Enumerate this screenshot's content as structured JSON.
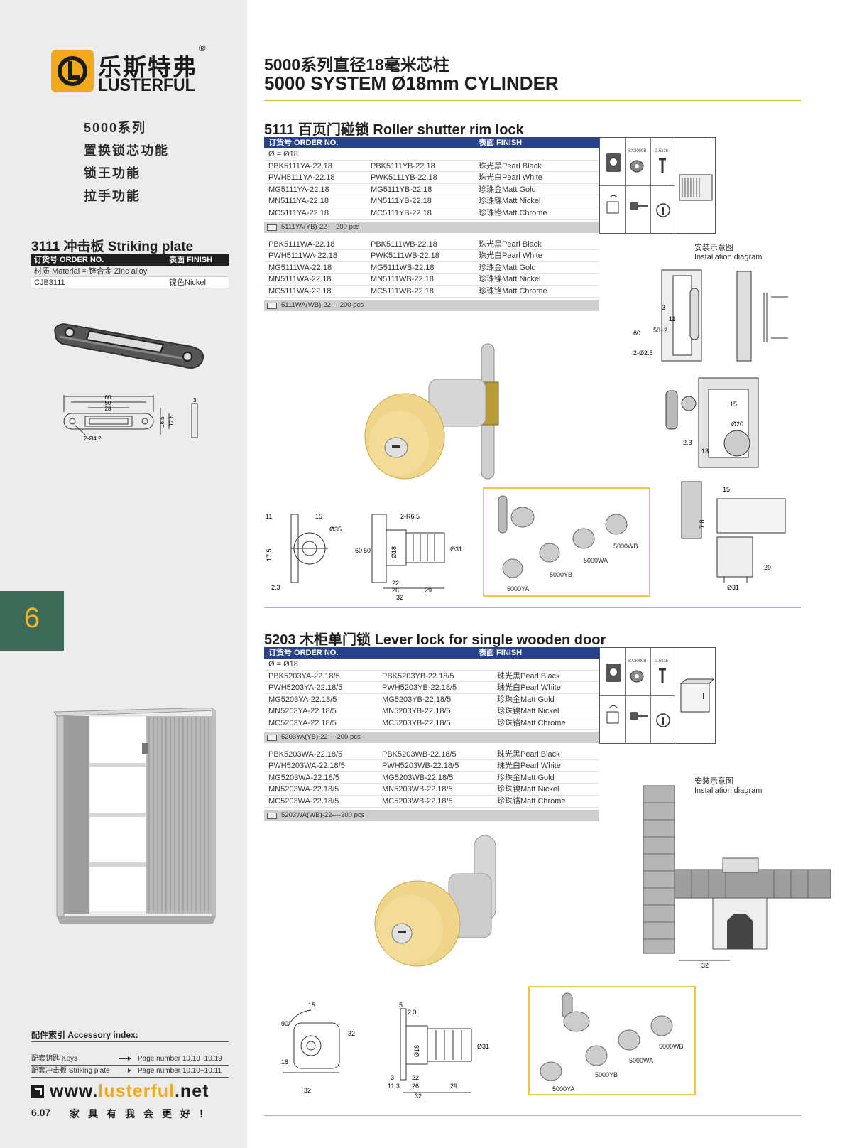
{
  "brand": {
    "name_cn": "乐斯特弗",
    "name_en": "LUSTERFUL",
    "reg_mark": "®"
  },
  "sidebar": {
    "features": [
      "5000系列",
      "置换锁芯功能",
      "锁王功能",
      "拉手功能"
    ],
    "striking_plate": {
      "title": "3111 冲击板 Striking plate",
      "header": {
        "order": "订货号 ORDER NO.",
        "finish": "表面 FINISH"
      },
      "material": "材质 Material = 锌合金 Zinc alloy",
      "code": "CJB3111",
      "finish": "镍色Nickel",
      "dims": {
        "d60": "60",
        "d50": "50",
        "d28": "28",
        "d18": "18.5",
        "d12": "12.8",
        "d3": "3",
        "holes": "2-Ø4.2"
      }
    },
    "page_tab": "6",
    "accessory": {
      "title": "配件索引 Accessory index:",
      "rows": [
        {
          "label": "配套钥匙 Keys",
          "page": "Page number 10.18~10.19"
        },
        {
          "label": "配套冲击板 Striking plate",
          "page": "Page number 10.10~10.11"
        }
      ]
    },
    "website": {
      "www": "www.",
      "domain": "lusterful",
      "tld": ".net"
    },
    "footer": {
      "page": "6.07",
      "slogan": "家具有我会更好！"
    }
  },
  "main": {
    "title_cn": "5000系列直径18毫米芯柱",
    "title_en": "5000 SYSTEM Ø18mm CYLINDER",
    "sections": [
      {
        "title": "5111 百页门碰锁 Roller shutter rim lock",
        "header": {
          "order": "订货号 ORDER NO.",
          "finish": "表面 FINISH"
        },
        "diameter": "Ø =   Ø18",
        "group1": [
          [
            "PBK5111YA-22.18",
            "PBK5111YB-22.18",
            "珠光黑Pearl Black"
          ],
          [
            "PWH5111YA-22.18",
            "PWK5111YB-22.18",
            "珠光白Pearl White"
          ],
          [
            "MG5111YA-22.18",
            "MG5111YB-22.18",
            "珍珠金Matt Gold"
          ],
          [
            "MN5111YA-22.18",
            "MN5111YB-22.18",
            "珍珠镍Matt Nickel"
          ],
          [
            "MC5111YA-22.18",
            "MC5111YB-22.18",
            "珍珠铬Matt Chrome"
          ]
        ],
        "pack1": "5111YA(YB)-22----200 pcs",
        "group2": [
          [
            "PBK5111WA-22.18",
            "PBK5111WB-22.18",
            "珠光黑Pearl Black"
          ],
          [
            "PWH5111WA-22.18",
            "PWK5111WB-22.18",
            "珠光白Pearl White"
          ],
          [
            "MG5111WA-22.18",
            "MG5111WB-22.18",
            "珍珠金Matt Gold"
          ],
          [
            "MN5111WA-22.18",
            "MN5111WB-22.18",
            "珍珠镍Matt Nickel"
          ],
          [
            "MC5111WA-22.18",
            "MC5111WB-22.18",
            "珍珠铬Matt Chrome"
          ]
        ],
        "pack2": "5111WA(WB)-22----200 pcs",
        "install_cn": "安装示意图",
        "install_en": "Installation diagram",
        "variants": [
          "5000YA",
          "5000YB",
          "5000WA",
          "5000WB"
        ]
      },
      {
        "title": "5203 木柜单门锁 Lever lock for single wooden door",
        "header": {
          "order": "订货号 ORDER NO.",
          "finish": "表面 FINISH"
        },
        "diameter": "Ø =   Ø18",
        "group1": [
          [
            "PBK5203YA-22.18/5",
            "PBK5203YB-22.18/5",
            "珠光黑Pearl Black"
          ],
          [
            "PWH5203YA-22.18/5",
            "PWH5203YB-22.18/5",
            "珠光白Pearl White"
          ],
          [
            "MG5203YA-22.18/5",
            "MG5203YB-22.18/5",
            "珍珠金Matt Gold"
          ],
          [
            "MN5203YA-22.18/5",
            "MN5203YB-22.18/5",
            "珍珠镍Matt Nickel"
          ],
          [
            "MC5203YA-22.18/5",
            "MC5203YB-22.18/5",
            "珍珠铬Matt Chrome"
          ]
        ],
        "pack1": "5203YA(YB)-22----200 pcs",
        "group2": [
          [
            "PBK5203WA-22.18/5",
            "PBK5203WB-22.18/5",
            "珠光黑Pearl Black"
          ],
          [
            "PWH5203WA-22.18/5",
            "PWH5203WB-22.18/5",
            "珠光白Pearl White"
          ],
          [
            "MG5203WA-22.18/5",
            "MG5203WB-22.18/5",
            "珍珠金Matt Gold"
          ],
          [
            "MN5203WA-22.18/5",
            "MN5203WB-22.18/5",
            "珍珠镍Matt Nickel"
          ],
          [
            "MC5203WA-22.18/5",
            "MC5203WB-22.18/5",
            "珍珠铬Matt Chrome"
          ]
        ],
        "pack2": "5203WA(WB)-22----200 pcs",
        "install_cn": "安装示意图",
        "install_en": "Installation diagram",
        "variants": [
          "5000YA",
          "5000YB",
          "5000WA",
          "5000WB"
        ]
      }
    ],
    "icon_labels": {
      "key": "SX3000B",
      "screw": "3.5x16"
    },
    "dims_5111": {
      "d11": "11",
      "d15": "15",
      "d35": "Ø35",
      "d175": "17.5",
      "d23": "2.3",
      "r65": "2-R6.5",
      "d60": "60",
      "d50": "50",
      "d18": "Ø18",
      "d31": "Ø31",
      "d22": "22",
      "d26": "26",
      "d29": "29",
      "d32": "32",
      "i3": "3",
      "i11": "11",
      "i502": "50±2",
      "i60": "60",
      "i25": "2-Ø2.5",
      "i15": "15",
      "i20": "Ø20",
      "i13": "13",
      "i78": "7.8",
      "i29": "29",
      "i31": "Ø31"
    },
    "dims_5203": {
      "d15": "15",
      "d90": "90°",
      "d32": "32",
      "d18": "18",
      "d32b": "32",
      "d5": "5",
      "d23": "2.3",
      "d18b": "Ø18",
      "d31": "Ø31",
      "d3": "3",
      "d113": "11.3",
      "d22": "22",
      "d26": "26",
      "d29": "29",
      "d32c": "32",
      "i32": "32"
    }
  }
}
